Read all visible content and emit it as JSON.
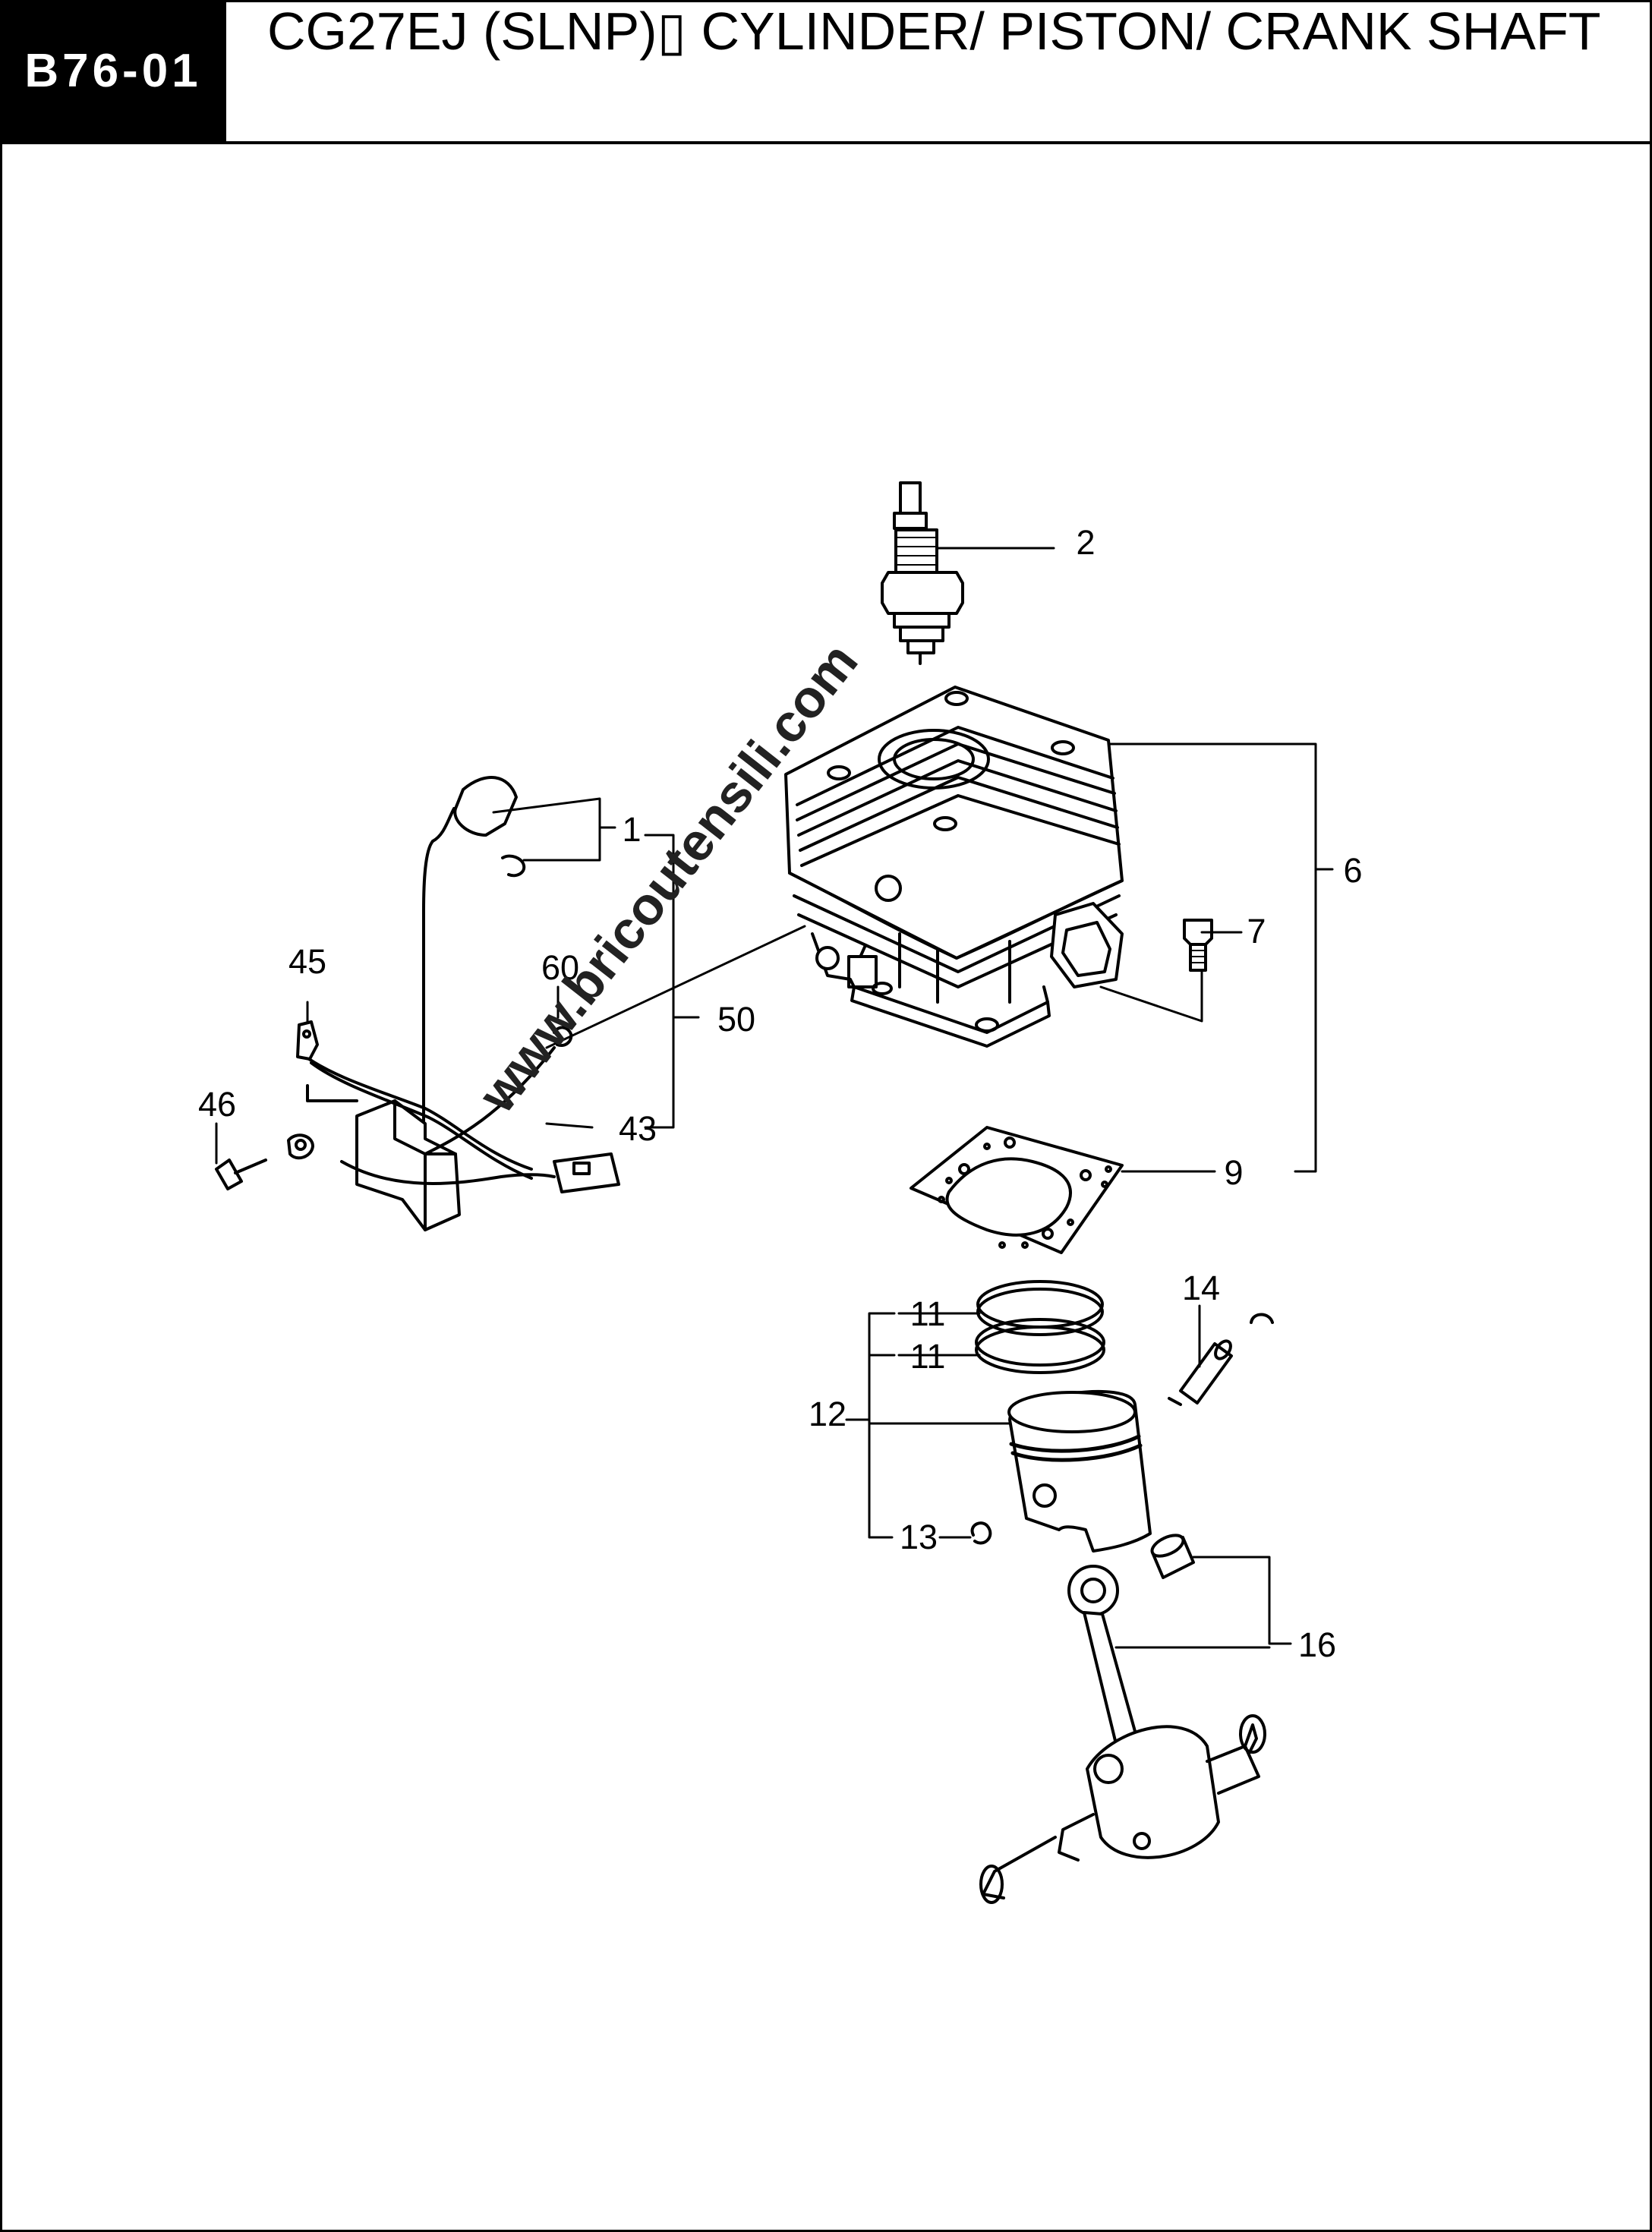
{
  "header": {
    "code": "B76-01",
    "title": "CG27EJ (SLNP)▯ CYLINDER/ PISTON/ CRANK SHAFT"
  },
  "watermark": "www.bricoutensili.com",
  "callouts": {
    "c1": "1",
    "c2": "2",
    "c6": "6",
    "c7": "7",
    "c9": "9",
    "c11a": "11",
    "c11b": "11",
    "c12": "12",
    "c13": "13",
    "c14": "14",
    "c16": "16",
    "c43": "43",
    "c45": "45",
    "c46": "46",
    "c50": "50",
    "c60": "60"
  }
}
